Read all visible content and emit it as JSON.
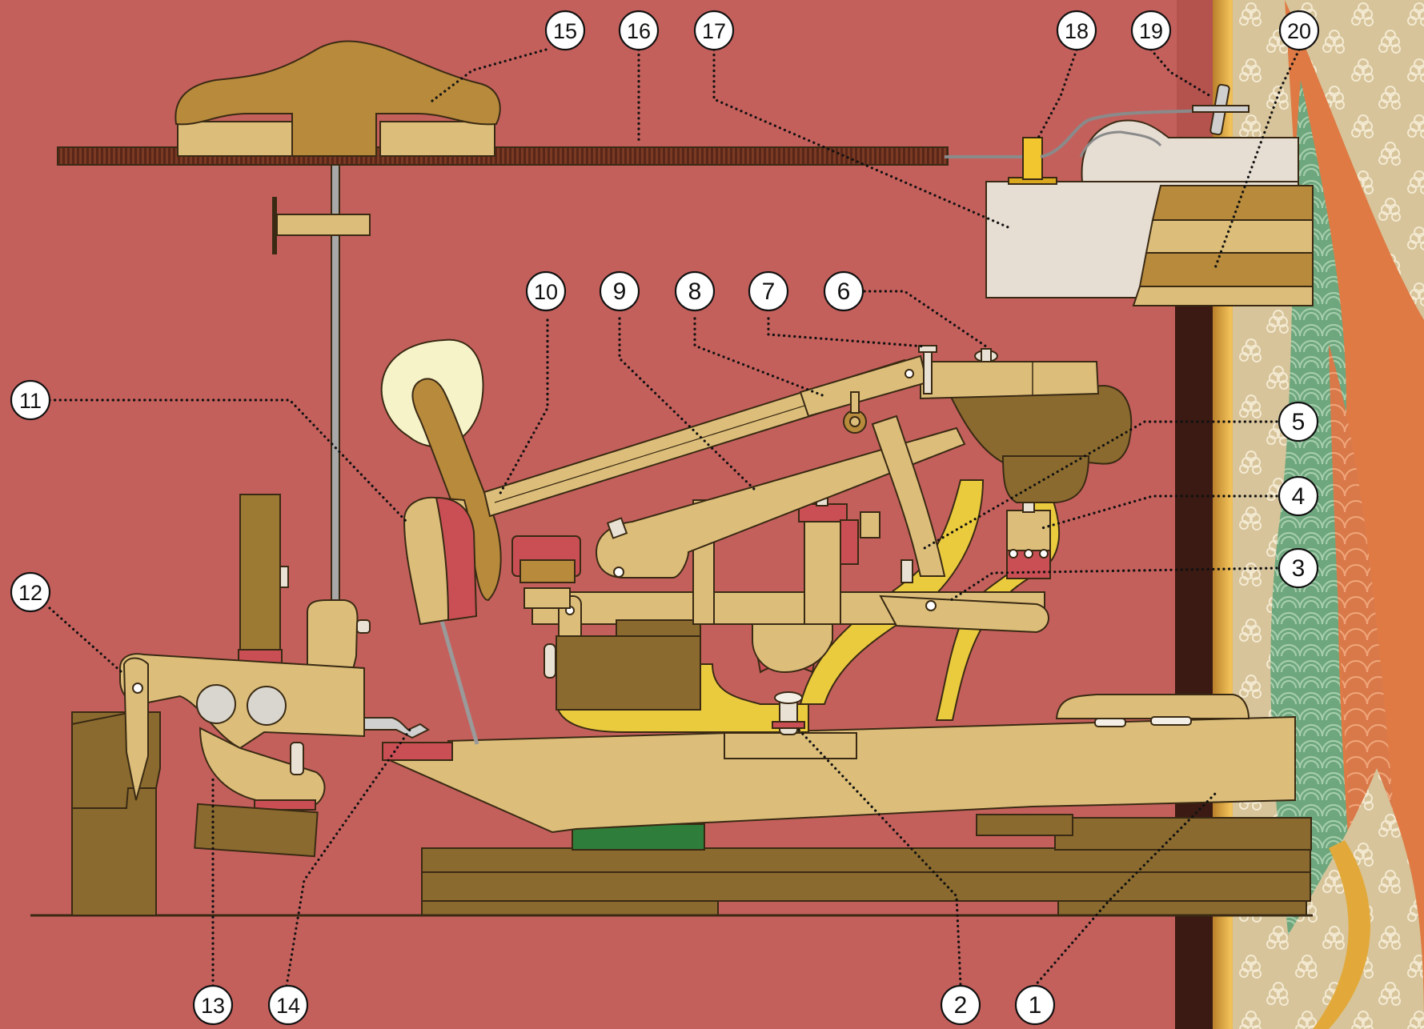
{
  "diagram": {
    "subject": "grand piano action",
    "colors": {
      "background": "#c4605c",
      "wood_light": "#dcbe7a",
      "wood_dark": "#8a6a2e",
      "wood_mid": "#b78a3c",
      "accent_yellow": "#eacb3e",
      "felt_red": "#c94f55",
      "green_felt": "#2e7d3a",
      "outline": "#3a2a14"
    },
    "callouts": [
      {
        "number": "1",
        "target": "key"
      },
      {
        "number": "2",
        "target": "capstan"
      },
      {
        "number": "3",
        "target": "repetition-lever"
      },
      {
        "number": "4",
        "target": "repetition-spring"
      },
      {
        "number": "5",
        "target": "jack"
      },
      {
        "number": "6",
        "target": "drop-screw"
      },
      {
        "number": "7",
        "target": "regulating-button"
      },
      {
        "number": "8",
        "target": "knuckle"
      },
      {
        "number": "9",
        "target": "wippen"
      },
      {
        "number": "10",
        "target": "hammer-shank"
      },
      {
        "number": "11",
        "target": "backcheck"
      },
      {
        "number": "12",
        "target": "damper-lever-flange"
      },
      {
        "number": "13",
        "target": "damper-lever"
      },
      {
        "number": "14",
        "target": "damper-spoon"
      },
      {
        "number": "15",
        "target": "damper-head"
      },
      {
        "number": "16",
        "target": "string"
      },
      {
        "number": "17",
        "target": "pinblock"
      },
      {
        "number": "18",
        "target": "agraffe"
      },
      {
        "number": "19",
        "target": "tuning-pin"
      },
      {
        "number": "20",
        "target": "case-rim"
      }
    ]
  }
}
